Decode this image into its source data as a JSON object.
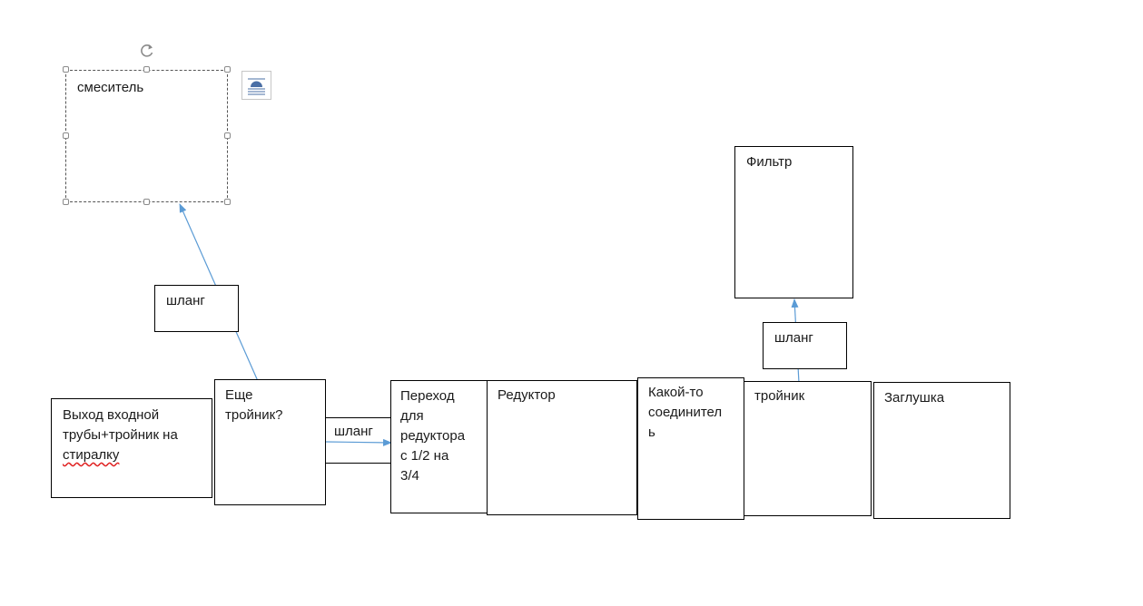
{
  "diagram": {
    "mixer": {
      "label": "смеситель"
    },
    "filter": {
      "label": "Фильтр"
    },
    "hose_left": {
      "label": "шланг"
    },
    "hose_right": {
      "label": "шланг"
    },
    "hose_middle": {
      "label": "шланг"
    },
    "outlet": {
      "line1": "Выход входной",
      "line2": "трубы+тройник на",
      "line3": "стиралку"
    },
    "tee_extra": {
      "line1": "Еще",
      "line2": "тройник?"
    },
    "adapter": {
      "line1": "Переход",
      "line2": "для",
      "line3": "редуктора",
      "line4": "с 1/2 на",
      "line5": "3/4"
    },
    "reducer": {
      "label": "Редуктор"
    },
    "connector": {
      "line1": "Какой-то",
      "line2": "соединител",
      "line3": "ь"
    },
    "tee": {
      "label": "тройник"
    },
    "plug": {
      "label": "Заглушка"
    }
  },
  "colors": {
    "arrow": "#5b9bd5",
    "border": "#000000",
    "spellcheck": "#e02020"
  },
  "icons": {
    "rotate": "rotate-handle-icon",
    "layout": "layout-options-icon"
  }
}
